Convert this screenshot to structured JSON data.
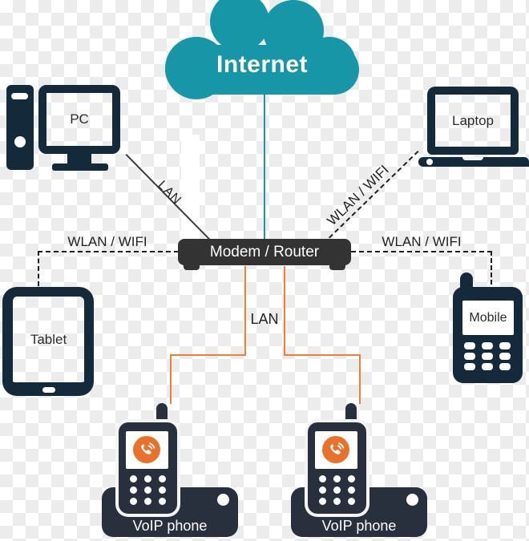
{
  "nodes": {
    "internet": {
      "label": "Internet"
    },
    "pc": {
      "label": "PC"
    },
    "laptop": {
      "label": "Laptop"
    },
    "modem": {
      "label": "Modem / Router"
    },
    "tablet": {
      "label": "Tablet"
    },
    "mobile": {
      "label": "Mobile"
    },
    "voip_left": {
      "label": "VoIP phone"
    },
    "voip_right": {
      "label": "VoIP phone"
    }
  },
  "connections": {
    "pc_to_modem": {
      "label": "LAN",
      "style": "solid-dark"
    },
    "laptop_to_modem": {
      "label": "WLAN / WIFI",
      "style": "dashed"
    },
    "tablet_to_modem": {
      "label": "WLAN / WIFI",
      "style": "dashed"
    },
    "mobile_to_modem": {
      "label": "WLAN / WIFI",
      "style": "dashed"
    },
    "voip_to_modem": {
      "label": "LAN",
      "style": "solid-orange"
    }
  },
  "colors": {
    "cloud_teal": "#1796a7",
    "device_navy": "#14293a",
    "voip_navy": "#27303c",
    "modem_gray": "#333333",
    "lan_orange": "#ef7f33",
    "call_icon_orange": "#e8722c",
    "line_dark": "#3a3a3a",
    "label_text": "#222222"
  }
}
